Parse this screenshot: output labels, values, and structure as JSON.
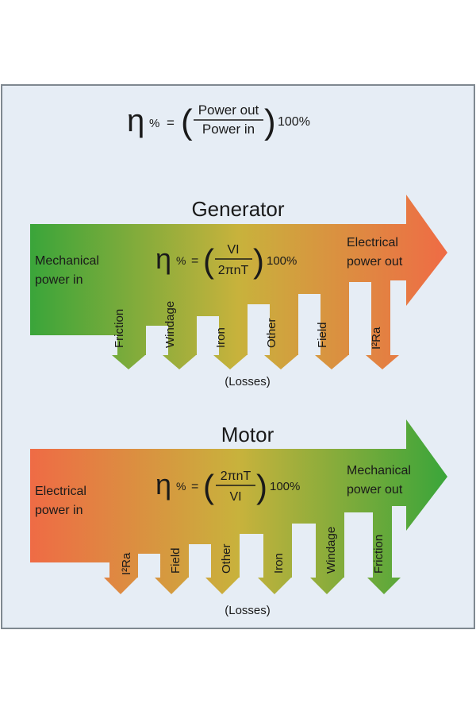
{
  "top_formula": {
    "symbol": "η",
    "percent": "%",
    "equals": "=",
    "numerator": "Power out",
    "denominator": "Power in",
    "suffix": "100%"
  },
  "generator": {
    "title": "Generator",
    "input_label": [
      "Mechanical",
      "power in"
    ],
    "output_label": [
      "Electrical",
      "power out"
    ],
    "formula": {
      "numerator": "VI",
      "denominator": "2πnT",
      "suffix": "100%"
    },
    "losses": [
      "Friction",
      "Windage",
      "Iron",
      "Other",
      "Field",
      "I²Ra"
    ],
    "losses_caption": "(Losses)",
    "colors": {
      "start": "#3aa53a",
      "mid": "#c8b23c",
      "end": "#ef6b45"
    }
  },
  "motor": {
    "title": "Motor",
    "input_label": [
      "Electrical",
      "power in"
    ],
    "output_label": [
      "Mechanical",
      "power out"
    ],
    "formula": {
      "numerator": "2πnT",
      "denominator": "VI",
      "suffix": "100%"
    },
    "losses": [
      "I²Ra",
      "Field",
      "Other",
      "Iron",
      "Windage",
      "Friction"
    ],
    "losses_caption": "(Losses)",
    "colors": {
      "start": "#ef6b45",
      "mid": "#c8b23c",
      "end": "#3aa53a"
    }
  },
  "colors": {
    "panel_bg": "#e6edf5",
    "panel_border": "#7f8890"
  }
}
